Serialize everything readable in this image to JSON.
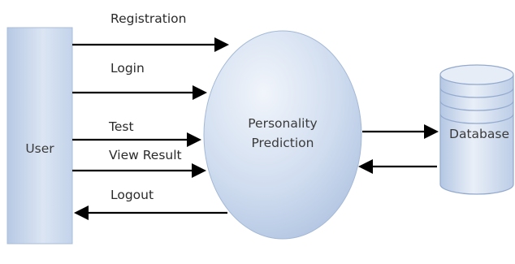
{
  "diagram": {
    "nodes": {
      "user": "User",
      "process_line1": "Personality",
      "process_line2": "Prediction",
      "database": "Database"
    },
    "flows": {
      "registration": "Registration",
      "login": "Login",
      "test": "Test",
      "view_result": "View Result",
      "logout": "Logout"
    },
    "colors": {
      "fill_light": "#eef3fa",
      "fill_mid": "#c9d7ec",
      "fill_dark": "#a9bedd",
      "stroke": "#9fb4d2",
      "arrow": "#000000"
    }
  }
}
